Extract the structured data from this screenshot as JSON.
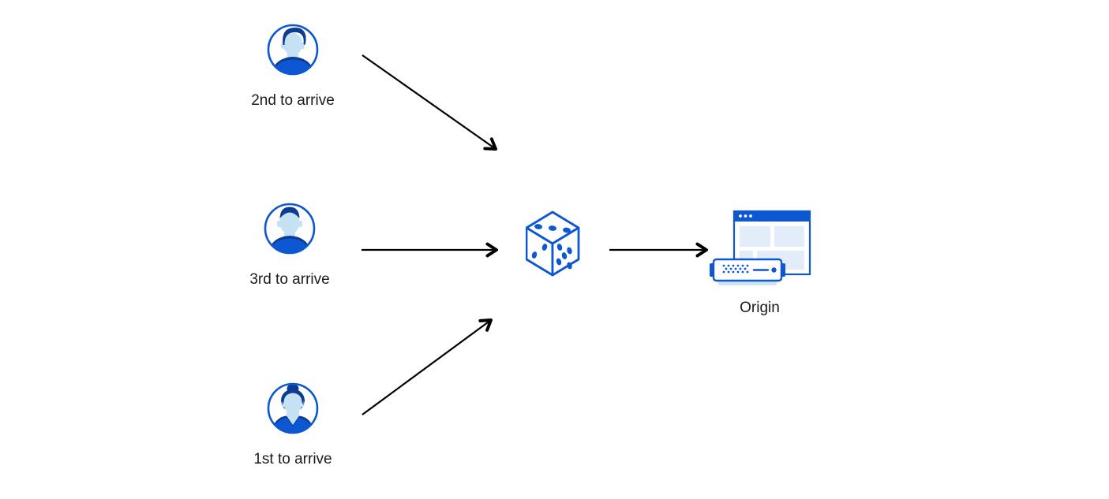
{
  "colors": {
    "background": "#ffffff",
    "blue": "#0d57d2",
    "navy": "#0c3d93",
    "face_light_blue": "#c5e2f4",
    "panel_light_blue": "#e2edf9",
    "server_base_blue": "#cde3f5",
    "arrow_black": "#000000",
    "text": "#1a1b1e"
  },
  "nodes": {
    "visitor_second": {
      "label": "2nd to arrive",
      "icon": "avatar-man-swept-hair-icon"
    },
    "visitor_third": {
      "label": "3rd to arrive",
      "icon": "avatar-man-short-hair-icon"
    },
    "visitor_first": {
      "label": "1st to arrive",
      "icon": "avatar-woman-bun-icon"
    },
    "randomizer": {
      "icon": "dice-icon",
      "dice_pips": {
        "top_face": 3,
        "left_face": 2,
        "right_face": 5
      }
    },
    "origin": {
      "label": "Origin",
      "icon": "origin-browser-server-icon"
    }
  },
  "arrows": [
    {
      "from": "visitor_second",
      "to": "randomizer",
      "direction": "down-right"
    },
    {
      "from": "visitor_third",
      "to": "randomizer",
      "direction": "right"
    },
    {
      "from": "visitor_first",
      "to": "randomizer",
      "direction": "up-right"
    },
    {
      "from": "randomizer",
      "to": "origin",
      "direction": "right"
    }
  ]
}
